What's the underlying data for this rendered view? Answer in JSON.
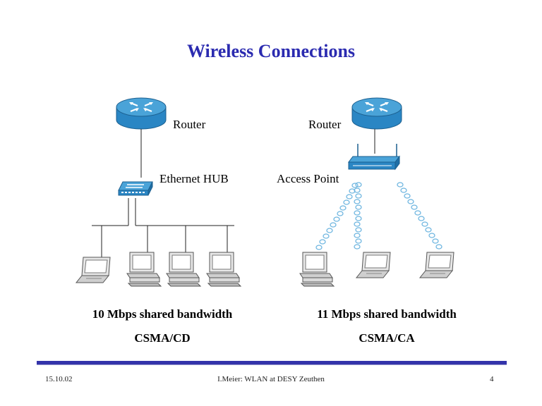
{
  "title": "Wireless Connections",
  "left": {
    "router_label": "Router",
    "hub_label": "Ethernet HUB",
    "bandwidth": "10 Mbps shared bandwidth",
    "protocol": "CSMA/CD"
  },
  "right": {
    "router_label": "Router",
    "ap_label": "Access Point",
    "bandwidth": "11 Mbps shared bandwidth",
    "protocol": "CSMA/CA"
  },
  "footer": {
    "date": "15.10.02",
    "author": "I.Meier: WLAN at DESY Zeuthen",
    "page": "4"
  },
  "colors": {
    "title": "#2b2bb0",
    "router_top": "#4aa3d8",
    "router_side": "#2a86c4",
    "footer_bar": "#3333aa",
    "wave": "#6fb6e0"
  }
}
